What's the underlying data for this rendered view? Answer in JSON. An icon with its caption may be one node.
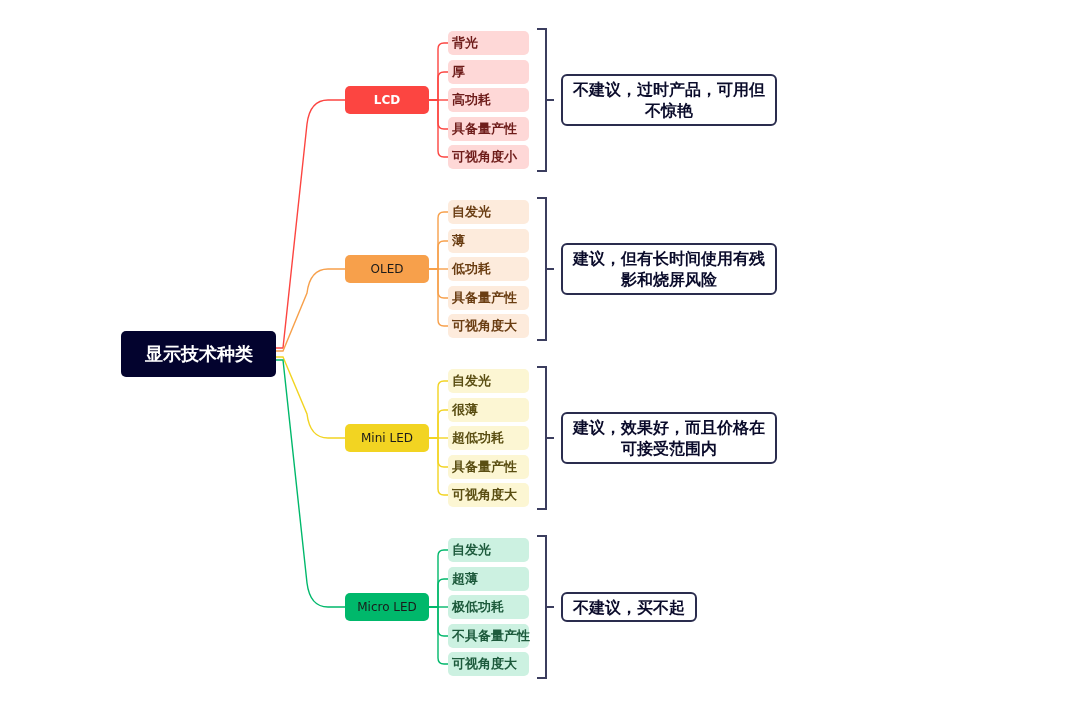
{
  "diagram": {
    "nodes": [
      {
        "text": [
          "显示技术种类"
        ]
      },
      {
        "text": [
          "LCD"
        ]
      },
      {
        "text": [
          "背光"
        ]
      },
      {
        "text": [
          "厚"
        ]
      },
      {
        "text": [
          "高功耗"
        ]
      },
      {
        "text": [
          "具备量产性"
        ]
      },
      {
        "text": [
          "可视角度小"
        ]
      },
      {
        "text": [
          "不建议，过时产品，可用但不惊艳"
        ]
      },
      {
        "text": [
          "OLED"
        ]
      },
      {
        "text": [
          "自发光"
        ]
      },
      {
        "text": [
          "薄"
        ]
      },
      {
        "text": [
          "低功耗"
        ]
      },
      {
        "text": [
          "具备量产性"
        ]
      },
      {
        "text": [
          "可视角度大"
        ]
      },
      {
        "text": [
          "建议，但有长时间使用有残影和烧屏风险"
        ]
      },
      {
        "text": [
          "Mini LED"
        ]
      },
      {
        "text": [
          "自发光"
        ]
      },
      {
        "text": [
          "很薄"
        ]
      },
      {
        "text": [
          "超低功耗"
        ]
      },
      {
        "text": [
          "具备量产性"
        ]
      },
      {
        "text": [
          "可视角度大"
        ]
      },
      {
        "text": [
          "建议，效果好，而且价格在可接受范围内"
        ]
      },
      {
        "text": [
          "Micro LED"
        ]
      },
      {
        "text": [
          "自发光"
        ]
      },
      {
        "text": [
          "超薄"
        ]
      },
      {
        "text": [
          "极低功耗"
        ]
      },
      {
        "text": [
          "不具备量产性"
        ]
      },
      {
        "text": [
          "可视角度大"
        ]
      },
      {
        "text": [
          "不建议，买不起"
        ]
      }
    ],
    "edges": [
      {
        "from": 0,
        "to": 1,
        "arrow": "none",
        "color": "#fc4541"
      },
      {
        "from": 1,
        "to": 2,
        "arrow": "none",
        "color": "#fc4541"
      },
      {
        "from": 1,
        "to": 3,
        "arrow": "none",
        "color": "#fc4541"
      },
      {
        "from": 1,
        "to": 4,
        "arrow": "none",
        "color": "#fc4541"
      },
      {
        "from": 1,
        "to": 5,
        "arrow": "none",
        "color": "#fc4541"
      },
      {
        "from": 1,
        "to": 6,
        "arrow": "none",
        "color": "#fc4541"
      },
      {
        "from": 0,
        "to": 8,
        "arrow": "none",
        "color": "#f7a04b"
      },
      {
        "from": 8,
        "to": 9,
        "arrow": "none",
        "color": "#f7a04b"
      },
      {
        "from": 8,
        "to": 10,
        "arrow": "none",
        "color": "#f7a04b"
      },
      {
        "from": 8,
        "to": 11,
        "arrow": "none",
        "color": "#f7a04b"
      },
      {
        "from": 8,
        "to": 12,
        "arrow": "none",
        "color": "#f7a04b"
      },
      {
        "from": 8,
        "to": 13,
        "arrow": "none",
        "color": "#f7a04b"
      },
      {
        "from": 0,
        "to": 15,
        "arrow": "none",
        "color": "#f2d422"
      },
      {
        "from": 15,
        "to": 16,
        "arrow": "none",
        "color": "#f2d422"
      },
      {
        "from": 15,
        "to": 17,
        "arrow": "none",
        "color": "#f2d422"
      },
      {
        "from": 15,
        "to": 18,
        "arrow": "none",
        "color": "#f2d422"
      },
      {
        "from": 15,
        "to": 19,
        "arrow": "none",
        "color": "#f2d422"
      },
      {
        "from": 15,
        "to": 20,
        "arrow": "none",
        "color": "#f2d422"
      },
      {
        "from": 0,
        "to": 22,
        "arrow": "none",
        "color": "#00b86b"
      },
      {
        "from": 22,
        "to": 23,
        "arrow": "none",
        "color": "#00b86b"
      },
      {
        "from": 22,
        "to": 24,
        "arrow": "none",
        "color": "#00b86b"
      },
      {
        "from": 22,
        "to": 25,
        "arrow": "none",
        "color": "#00b86b"
      },
      {
        "from": 22,
        "to": 26,
        "arrow": "none",
        "color": "#00b86b"
      },
      {
        "from": 22,
        "to": 27,
        "arrow": "none",
        "color": "#00b86b"
      }
    ]
  }
}
